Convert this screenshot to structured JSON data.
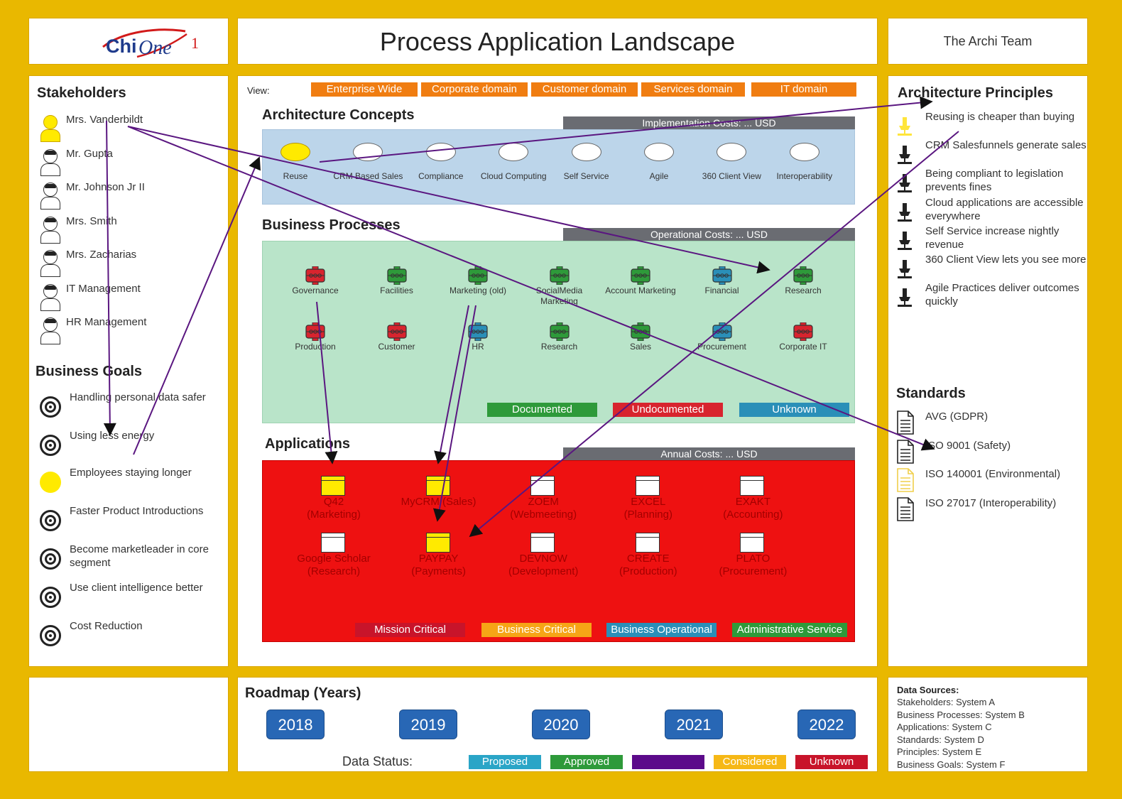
{
  "header": {
    "logo_text": "ChiOne",
    "logo_suffix": "1",
    "title": "Process Application Landscape",
    "team": "The Archi Team"
  },
  "colors": {
    "frame": "#e9b800",
    "orange_tag": "#f07d11",
    "concept_bg": "#bcd5ea",
    "process_bg": "#b9e4c9",
    "app_bg": "#ee1111",
    "cost_bar": "#6a6c72",
    "arrow": "#5a1680",
    "year_button": "#2867b5"
  },
  "stakeholders": {
    "title": "Stakeholders",
    "items": [
      {
        "name": "Mrs. Vanderbildt",
        "highlight": true
      },
      {
        "name": "Mr. Gupta",
        "highlight": false
      },
      {
        "name": "Mr. Johnson Jr II",
        "highlight": false
      },
      {
        "name": "Mrs. Smith",
        "highlight": false
      },
      {
        "name": "Mrs. Zacharias",
        "highlight": false
      },
      {
        "name": "IT Management",
        "highlight": false
      },
      {
        "name": "HR Management",
        "highlight": false
      }
    ]
  },
  "goals": {
    "title": "Business Goals",
    "items": [
      {
        "text": "Handling personal data safer",
        "highlight": false
      },
      {
        "text": "Using less energy",
        "highlight": false
      },
      {
        "text": "Employees staying longer",
        "highlight": true
      },
      {
        "text": "Faster Product Introductions",
        "highlight": false
      },
      {
        "text": "Become marketleader in core segment",
        "highlight": false
      },
      {
        "text": "Use client intelligence better",
        "highlight": false
      },
      {
        "text": "Cost Reduction",
        "highlight": false
      }
    ]
  },
  "view": {
    "label": "View:",
    "tabs": [
      "Enterprise Wide",
      "Corporate domain",
      "Customer domain",
      "Services domain",
      "IT domain"
    ]
  },
  "concepts": {
    "title": "Architecture Concepts",
    "cost_label": "Implementation Costs: ... USD",
    "items": [
      {
        "label": "Reuse",
        "highlight": true
      },
      {
        "label": "CRM Based Sales",
        "highlight": false
      },
      {
        "label": "Compliance",
        "highlight": false
      },
      {
        "label": "Cloud Computing",
        "highlight": false
      },
      {
        "label": "Self Service",
        "highlight": false
      },
      {
        "label": "Agile",
        "highlight": false
      },
      {
        "label": "360 Client View",
        "highlight": false
      },
      {
        "label": "Interoperability",
        "highlight": false
      }
    ]
  },
  "processes": {
    "title": "Business Processes",
    "cost_label": "Operational Costs: ... USD",
    "row1": [
      {
        "label": "Governance",
        "status": "red"
      },
      {
        "label": "Facilities",
        "status": "green"
      },
      {
        "label": "Marketing (old)",
        "status": "green"
      },
      {
        "label": "SocialMedia Marketing",
        "status": "green"
      },
      {
        "label": "Account Marketing",
        "status": "green"
      },
      {
        "label": "Financial",
        "status": "blue"
      },
      {
        "label": "Research",
        "status": "green"
      }
    ],
    "row2": [
      {
        "label": "Production",
        "status": "red"
      },
      {
        "label": "Customer",
        "status": "red"
      },
      {
        "label": "HR",
        "status": "blue"
      },
      {
        "label": "Research",
        "status": "green"
      },
      {
        "label": "Sales",
        "status": "green"
      },
      {
        "label": "Procurement",
        "status": "blue"
      },
      {
        "label": "Corporate IT",
        "status": "red"
      }
    ],
    "legend": [
      {
        "label": "Documented",
        "color": "#2e9a3a"
      },
      {
        "label": "Undocumented",
        "color": "#d8242e"
      },
      {
        "label": "Unknown",
        "color": "#2a8fb8"
      }
    ]
  },
  "applications": {
    "title": "Applications",
    "cost_label": "Annual Costs: ... USD",
    "row1": [
      {
        "name": "Q42",
        "sub": "(Marketing)",
        "highlight": true
      },
      {
        "name": "MyCRM (Sales)",
        "sub": "",
        "highlight": true
      },
      {
        "name": "ZOEM",
        "sub": "(Webmeeting)",
        "highlight": false
      },
      {
        "name": "EXCEL",
        "sub": "(Planning)",
        "highlight": false
      },
      {
        "name": "EXAKT",
        "sub": "(Accounting)",
        "highlight": false
      }
    ],
    "row2": [
      {
        "name": "Google Scholar",
        "sub": "(Research)",
        "highlight": false
      },
      {
        "name": "PAYPAY",
        "sub": "(Payments)",
        "highlight": true
      },
      {
        "name": "DEVNOW",
        "sub": "(Development)",
        "highlight": false
      },
      {
        "name": "CREATE",
        "sub": "(Production)",
        "highlight": false
      },
      {
        "name": "PLATO",
        "sub": "(Procurement)",
        "highlight": false
      }
    ],
    "legend": [
      {
        "label": "Mission Critical",
        "color": "#c8142a"
      },
      {
        "label": "Business Critical",
        "color": "#f6a516"
      },
      {
        "label": "Business Operational",
        "color": "#2a8fb8"
      },
      {
        "label": "Administrative Service",
        "color": "#2e9a3a"
      }
    ]
  },
  "principles": {
    "title": "Architecture Principles",
    "items": [
      {
        "text": "Reusing is cheaper than buying",
        "highlight": true
      },
      {
        "text": "CRM Salesfunnels generate sales",
        "highlight": false
      },
      {
        "text": "Being compliant to legislation prevents fines",
        "highlight": false
      },
      {
        "text": "Cloud applications are accessible everywhere",
        "highlight": false
      },
      {
        "text": "Self Service increase nightly revenue",
        "highlight": false
      },
      {
        "text": "360 Client View lets you see more",
        "highlight": false
      },
      {
        "text": "Agile Practices deliver outcomes quickly",
        "highlight": false
      }
    ]
  },
  "standards": {
    "title": "Standards",
    "items": [
      {
        "text": "AVG (GDPR)",
        "highlight": false
      },
      {
        "text": "ISO 9001 (Safety)",
        "highlight": false
      },
      {
        "text": "ISO 140001 (Environmental)",
        "highlight": true
      },
      {
        "text": "ISO 27017 (Interoperability)",
        "highlight": false
      }
    ]
  },
  "roadmap": {
    "title": "Roadmap (Years)",
    "years": [
      "2018",
      "2019",
      "2020",
      "2021",
      "2022"
    ],
    "status_label": "Data Status:",
    "statuses": [
      {
        "label": "Proposed",
        "color": "#2aa5c7"
      },
      {
        "label": "Approved",
        "color": "#2e9a3a"
      },
      {
        "label": "",
        "color": "#5c0a8a"
      },
      {
        "label": "Considered",
        "color": "#f6b816"
      },
      {
        "label": "Unknown",
        "color": "#c8142a"
      }
    ]
  },
  "sources": {
    "title": "Data Sources:",
    "lines": [
      "Stakeholders: System A",
      "Business Processes: System B",
      "Applications: System C",
      "Standards: System D",
      "Principles: System E",
      "Business Goals: System F"
    ]
  }
}
